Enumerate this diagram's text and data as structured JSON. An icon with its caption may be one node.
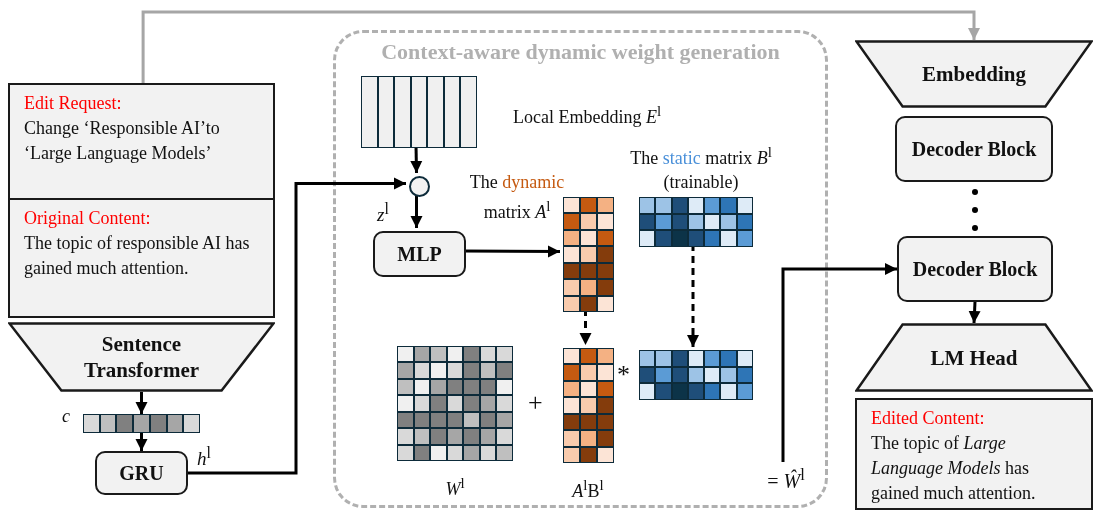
{
  "diagram": {
    "nodes": [
      {
        "text": [
          "Edit Request:",
          "Change ‘Responsible AI’to ‘Large Language Models’"
        ]
      },
      {
        "text": [
          "Original Content:",
          "The topic of responsible AI has gained much attention."
        ]
      },
      {
        "text": [
          "Sentence Transformer"
        ]
      },
      {
        "text": [],
        "shape": "bar",
        "beside": [
          "c"
        ]
      },
      {
        "text": [
          "GRU"
        ]
      },
      {
        "text": [
          "Context-aware dynamic weight generation"
        ]
      },
      {
        "text": [],
        "shape": "bar",
        "in": 5,
        "beside": [
          "Local Embedding *E*$^{l}$"
        ]
      },
      {
        "text": [],
        "shape": "circle",
        "in": 5
      },
      {
        "text": [
          "MLP"
        ],
        "in": 5
      },
      {
        "text": [],
        "shape": "grid",
        "in": 5,
        "beside": [
          "The dynamic matrix *A*$^{l}$"
        ]
      },
      {
        "text": [],
        "shape": "grid",
        "in": 5,
        "beside": [
          "The static matrix *B*$^{l}$ (trainable)"
        ]
      },
      {
        "text": [],
        "shape": "grid",
        "in": 5,
        "beside": [
          "*W*$^{l}$"
        ]
      },
      {
        "text": [],
        "shape": "grid",
        "in": 5,
        "beside": [
          "*A*$^{l}$B$^{l}$"
        ]
      },
      {
        "text": [],
        "shape": "grid",
        "in": 5
      },
      {
        "text": [
          "= *Ŵ*$^{l}$"
        ],
        "in": 5
      },
      {
        "text": [
          "Embedding"
        ]
      },
      {
        "text": [
          "Decoder Block"
        ]
      },
      {
        "text": [
          "Decoder Block"
        ]
      },
      {
        "text": [
          "LM Head"
        ]
      },
      {
        "text": [
          "Edited Content:",
          "The topic of *Large Language Models* has gained much attention."
        ]
      }
    ],
    "edges": [
      {
        "from": 0,
        "to": 15,
        "arrow": "to",
        "color": "#a6a6a6"
      },
      {
        "from": 2,
        "to": 3,
        "arrow": "to"
      },
      {
        "from": 3,
        "to": 4,
        "arrow": "to"
      },
      {
        "from": 4,
        "to": 7,
        "arrow": "to",
        "label": "*h*$^{l}$"
      },
      {
        "from": 6,
        "to": 7,
        "arrow": "to"
      },
      {
        "from": 7,
        "to": 8,
        "arrow": "to",
        "label": "*z*$^{l}$"
      },
      {
        "from": 8,
        "to": 9,
        "arrow": "to"
      },
      {
        "from": 9,
        "to": 12,
        "arrow": "to",
        "style": "dashed"
      },
      {
        "from": 10,
        "to": 13,
        "arrow": "to",
        "style": "dashed"
      },
      {
        "from": 14,
        "to": 17,
        "arrow": "to"
      },
      {
        "from": 17,
        "to": 18,
        "arrow": "to"
      }
    ],
    "labels": [
      "+",
      "*"
    ]
  }
}
